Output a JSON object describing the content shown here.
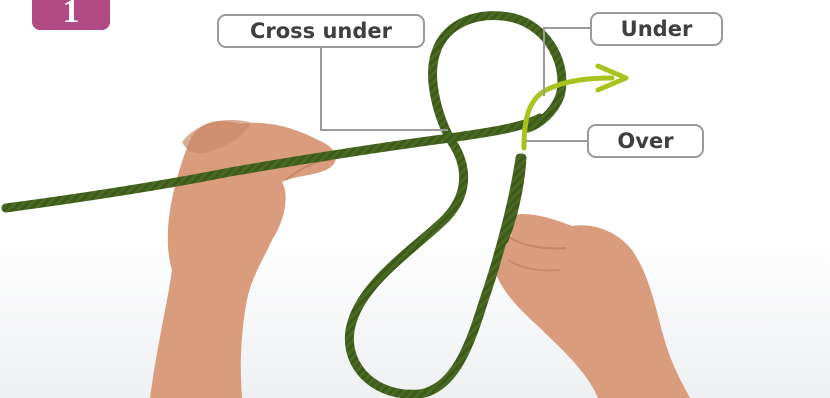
{
  "step": {
    "number": "1",
    "color": "#b24a86"
  },
  "labels": {
    "cross_under": "Cross under",
    "under": "Under",
    "over": "Over"
  },
  "colors": {
    "rope": "#4a6a22",
    "rope_highlight": "#a8c21e",
    "leader_line": "#9a9a9a"
  },
  "icons": [
    "arrow-right-icon"
  ]
}
